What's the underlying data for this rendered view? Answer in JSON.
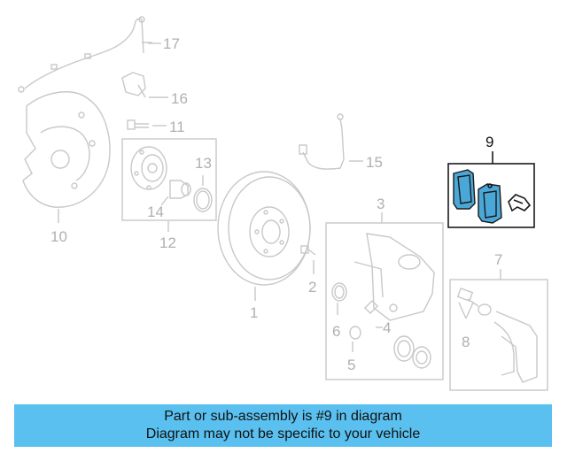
{
  "diagram": {
    "labels": {
      "p1": "1",
      "p2": "2",
      "p3": "3",
      "p4": "4",
      "p5": "5",
      "p6": "6",
      "p7": "7",
      "p8": "8",
      "p9": "9",
      "p10": "10",
      "p11": "11",
      "p12": "12",
      "p13": "13",
      "p14": "14",
      "p15": "15",
      "p16": "16",
      "p17": "17"
    },
    "highlighted_part": "9",
    "highlight_color": "#4aa8d8"
  },
  "banner": {
    "line1": "Part or sub-assembly is #9 in diagram",
    "line2": "Diagram may not be specific to your vehicle",
    "color": "#5ac0ef"
  }
}
